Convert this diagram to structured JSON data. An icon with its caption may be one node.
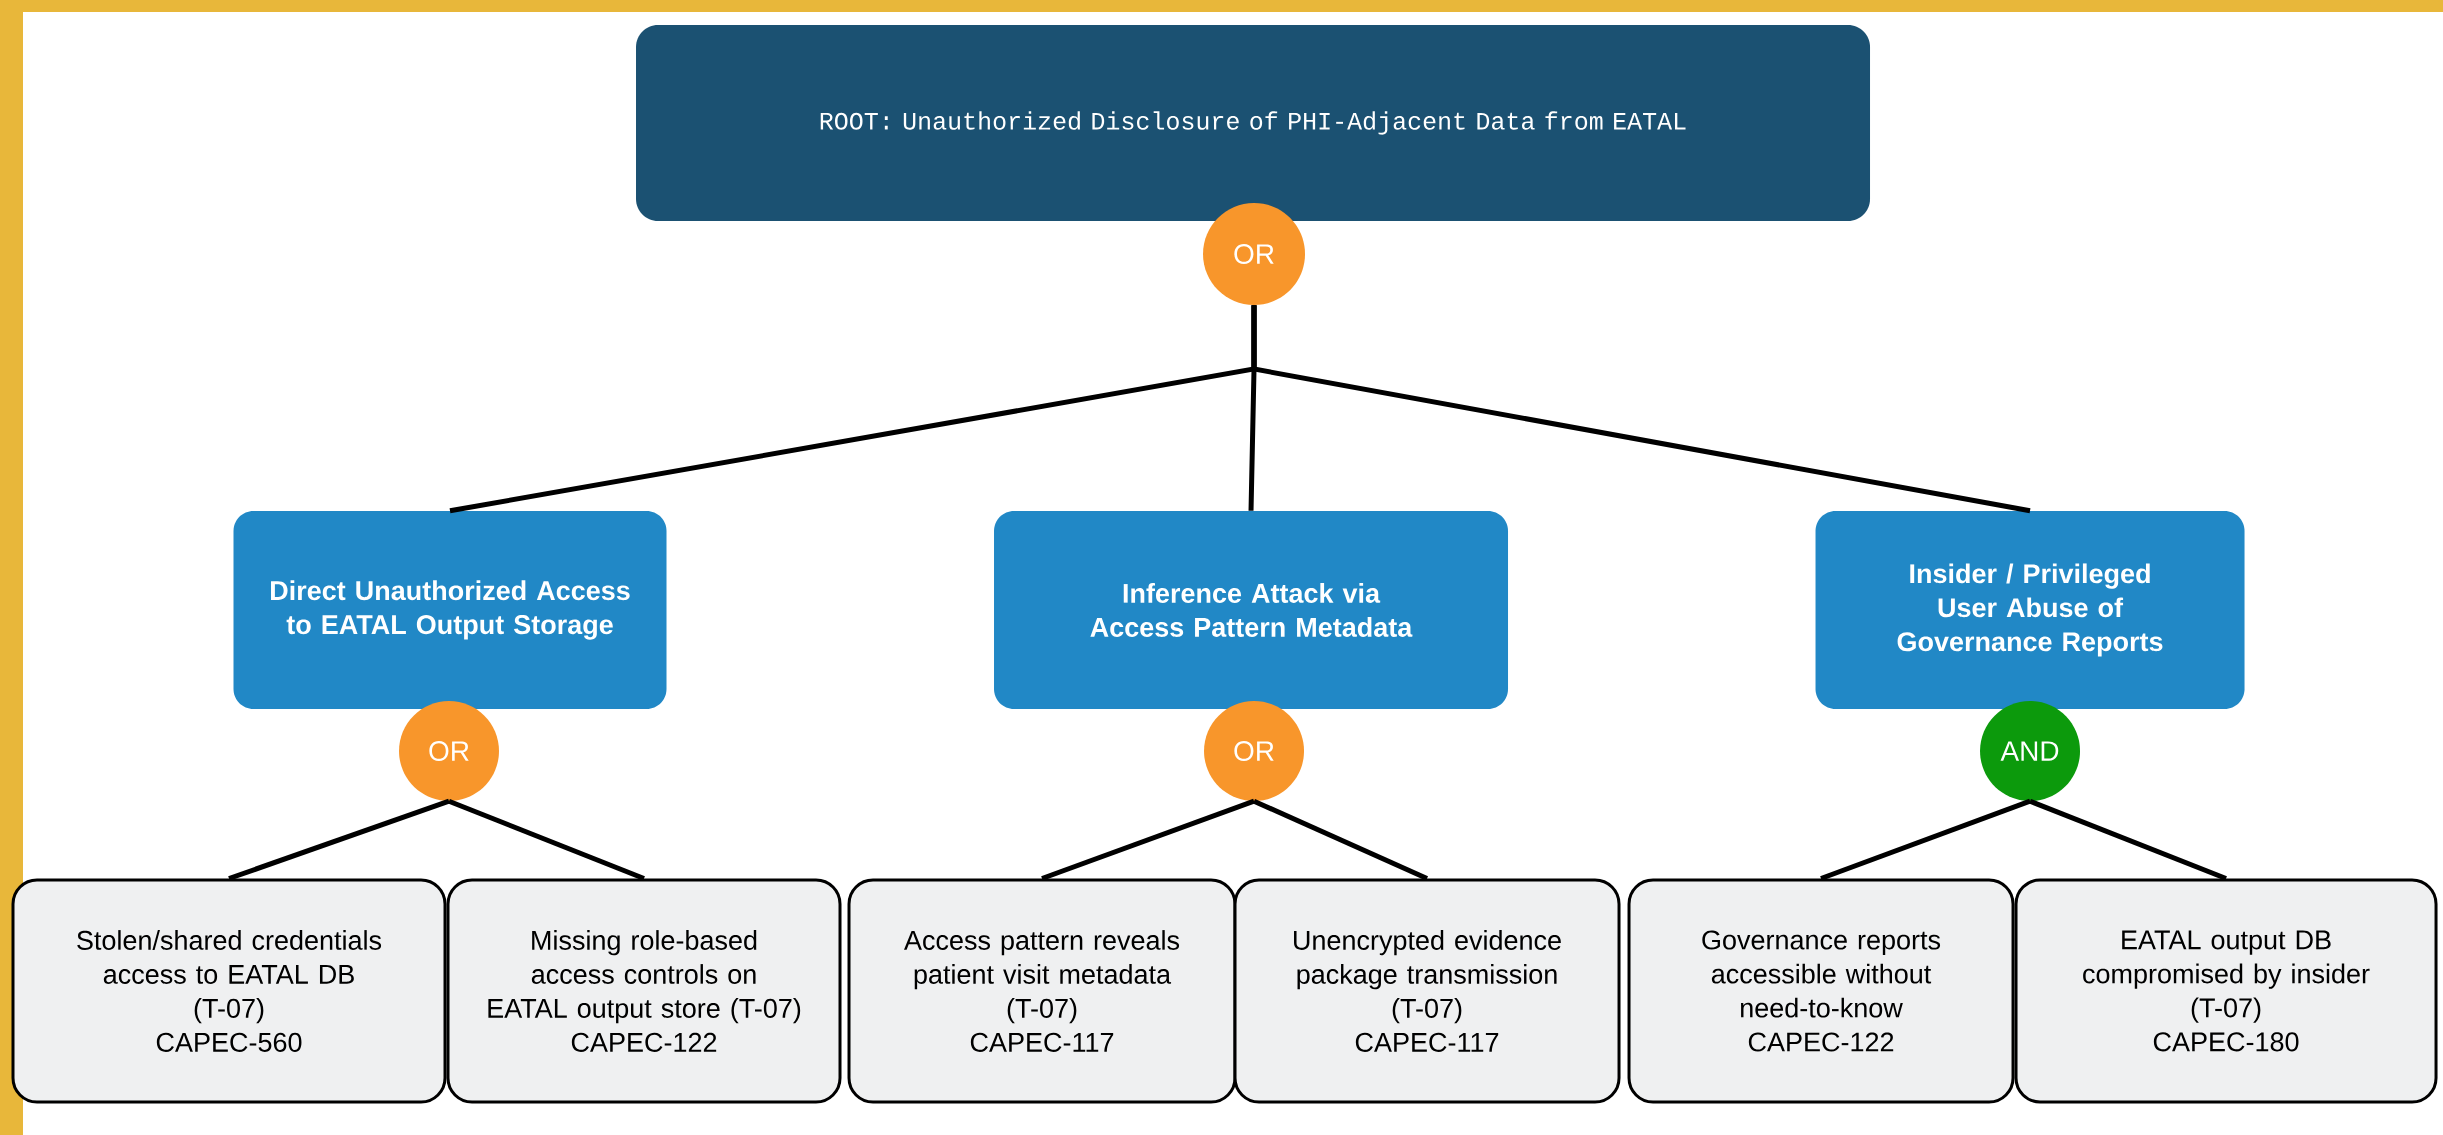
{
  "diagram": {
    "nodes": [
      {
        "text": [
          "ROOT: Unauthorized Disclosure of PHI-Adjacent Data from EATAL"
        ]
      },
      {
        "text": [
          "OR"
        ]
      },
      {
        "text": [
          "Direct Unauthorized Access to EATAL Output Storage"
        ]
      },
      {
        "text": [
          "Inference Attack via Access Pattern Metadata"
        ]
      },
      {
        "text": [
          "Insider / Privileged User Abuse of Governance Reports"
        ]
      },
      {
        "text": [
          "OR"
        ]
      },
      {
        "text": [
          "OR"
        ]
      },
      {
        "text": [
          "AND"
        ]
      },
      {
        "text": [
          "Stolen/shared credentials access to EATAL DB",
          "(T-07)",
          "CAPEC-560"
        ]
      },
      {
        "text": [
          "Missing role-based access controls on EATAL output store (T-07)",
          "CAPEC-122"
        ]
      },
      {
        "text": [
          "Access pattern reveals patient visit metadata",
          "(T-07)",
          "CAPEC-117"
        ]
      },
      {
        "text": [
          "Unencrypted evidence package transmission",
          "(T-07)",
          "CAPEC-117"
        ]
      },
      {
        "text": [
          "Governance reports accessible without need-to-know",
          "CAPEC-122"
        ]
      },
      {
        "text": [
          "EATAL output DB compromised by insider",
          "(T-07)",
          "CAPEC-180"
        ]
      }
    ],
    "edges": [
      {
        "from": 1,
        "to": 2,
        "arrow": "none"
      },
      {
        "from": 1,
        "to": 3,
        "arrow": "none"
      },
      {
        "from": 1,
        "to": 4,
        "arrow": "none"
      },
      {
        "from": 5,
        "to": 8,
        "arrow": "none"
      },
      {
        "from": 5,
        "to": 9,
        "arrow": "none"
      },
      {
        "from": 6,
        "to": 10,
        "arrow": "none"
      },
      {
        "from": 6,
        "to": 11,
        "arrow": "none"
      },
      {
        "from": 7,
        "to": 12,
        "arrow": "none"
      },
      {
        "from": 7,
        "to": 13,
        "arrow": "none"
      }
    ]
  }
}
